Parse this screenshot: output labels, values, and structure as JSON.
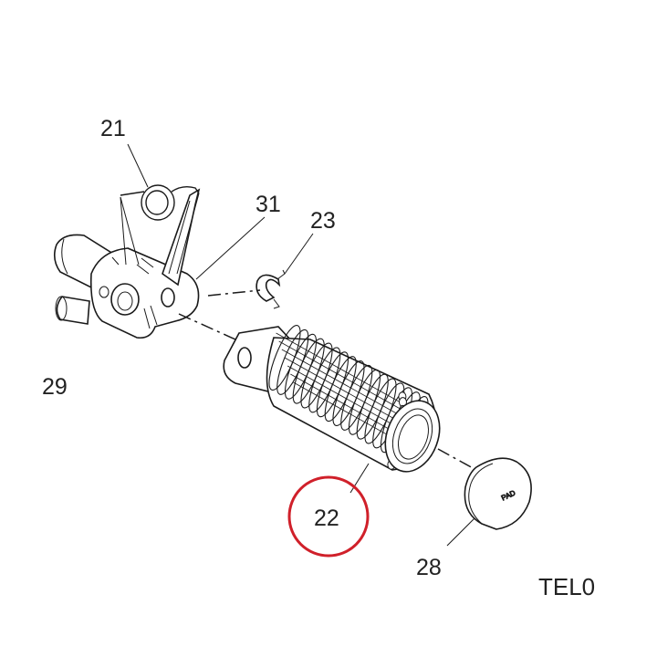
{
  "diagram": {
    "callouts": [
      {
        "id": "21",
        "text": "21"
      },
      {
        "id": "31",
        "text": "31"
      },
      {
        "id": "23",
        "text": "23"
      },
      {
        "id": "29",
        "text": "29"
      },
      {
        "id": "22",
        "text": "22",
        "highlighted": true
      },
      {
        "id": "28",
        "text": "28"
      }
    ],
    "drawing_code": "TEL0",
    "cap_marking": "PAD",
    "highlight_color": "#d0202a",
    "line_color": "#1a1a1a"
  }
}
